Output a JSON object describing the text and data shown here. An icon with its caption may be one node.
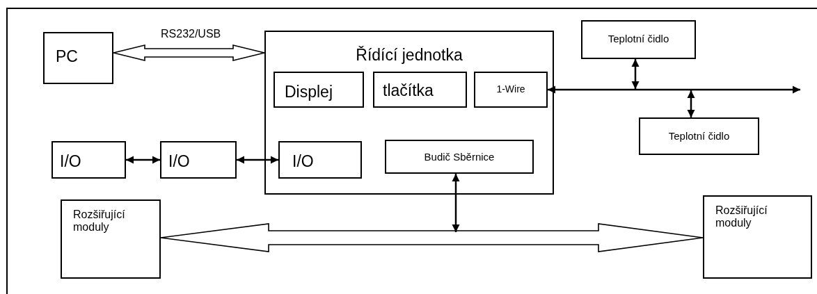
{
  "diagram": {
    "nodes": [
      {
        "text": [
          "PC"
        ]
      },
      {
        "text": [
          "Řídící jednotka"
        ]
      },
      {
        "text": [
          "Displej"
        ],
        "in": 1
      },
      {
        "text": [
          "tlačítka"
        ],
        "in": 1
      },
      {
        "text": [
          "1-Wire"
        ],
        "in": 1
      },
      {
        "text": [
          "Teplotní čidlo"
        ]
      },
      {
        "text": [
          "Teplotní čidlo"
        ]
      },
      {
        "text": [
          "I/O"
        ]
      },
      {
        "text": [
          "I/O"
        ]
      },
      {
        "text": [
          "I/O"
        ],
        "in": 1
      },
      {
        "text": [
          "Budič Sběrnice"
        ],
        "in": 1
      },
      {
        "text": [
          "Rozšiřující moduly"
        ]
      },
      {
        "text": [
          "Rozšiřující moduly"
        ]
      }
    ],
    "edges": [
      {
        "from": 0,
        "to": 1,
        "arrow": "both",
        "label": "RS232/USB",
        "style": "thick"
      },
      {
        "from": 4,
        "to": null,
        "arrow": "both"
      },
      {
        "from": 5,
        "to": null,
        "arrow": "both"
      },
      {
        "from": 6,
        "to": null,
        "arrow": "both"
      },
      {
        "from": 7,
        "to": 8,
        "arrow": "both"
      },
      {
        "from": 8,
        "to": 9,
        "arrow": "both"
      },
      {
        "from": 11,
        "to": 12,
        "arrow": "both",
        "style": "thick"
      },
      {
        "from": 10,
        "to": null,
        "arrow": "both"
      }
    ]
  }
}
